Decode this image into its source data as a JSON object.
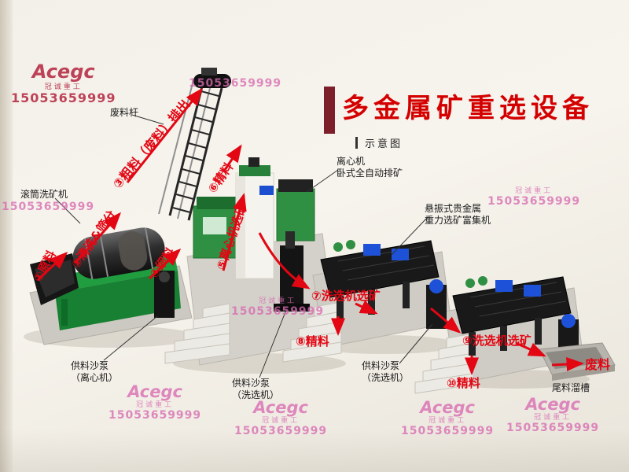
{
  "title": {
    "main": "多金属矿重选设备",
    "subtitle": "示意图"
  },
  "watermark": {
    "brand": "Acegc",
    "company": "冠诚重工",
    "phone": "15053659999"
  },
  "flow": {
    "step1": "①原料",
    "step2": "②清洗&筛分",
    "step3": "③粗料（废料）排出",
    "step4": "④细料",
    "step5": "⑤离心机选矿",
    "step6": "⑥精料",
    "step7": "⑦洗选机选矿",
    "step8": "⑧精料",
    "step9": "⑨洗选机选矿",
    "step10": "⑩精料",
    "waste_out": "废料"
  },
  "equipment": {
    "drum_washer": "滚筒洗矿机",
    "waste_rod": "废料杆",
    "centrifuge_l1": "离心机",
    "centrifuge_l2": "卧式全自动排矿",
    "concentrator_l1": "悬振式贵金属",
    "concentrator_l2": "重力选矿富集机",
    "feed_pump_centrifuge_l1": "供料沙泵",
    "feed_pump_centrifuge_l2": "（离心机）",
    "feed_pump_washer1_l1": "供料沙泵",
    "feed_pump_washer1_l2": "（洗选机）",
    "feed_pump_washer2_l1": "供料沙泵",
    "feed_pump_washer2_l2": "（洗选机）",
    "tailings_chute": "尾料溜槽"
  },
  "colors": {
    "accent_red": "#e30613",
    "title_red": "#d40000",
    "title_bar_maroon": "#7c1f2b",
    "watermark_pink": "#d86bb1",
    "machine_green": "#2f9043",
    "motor_blue": "#1d51d8"
  }
}
